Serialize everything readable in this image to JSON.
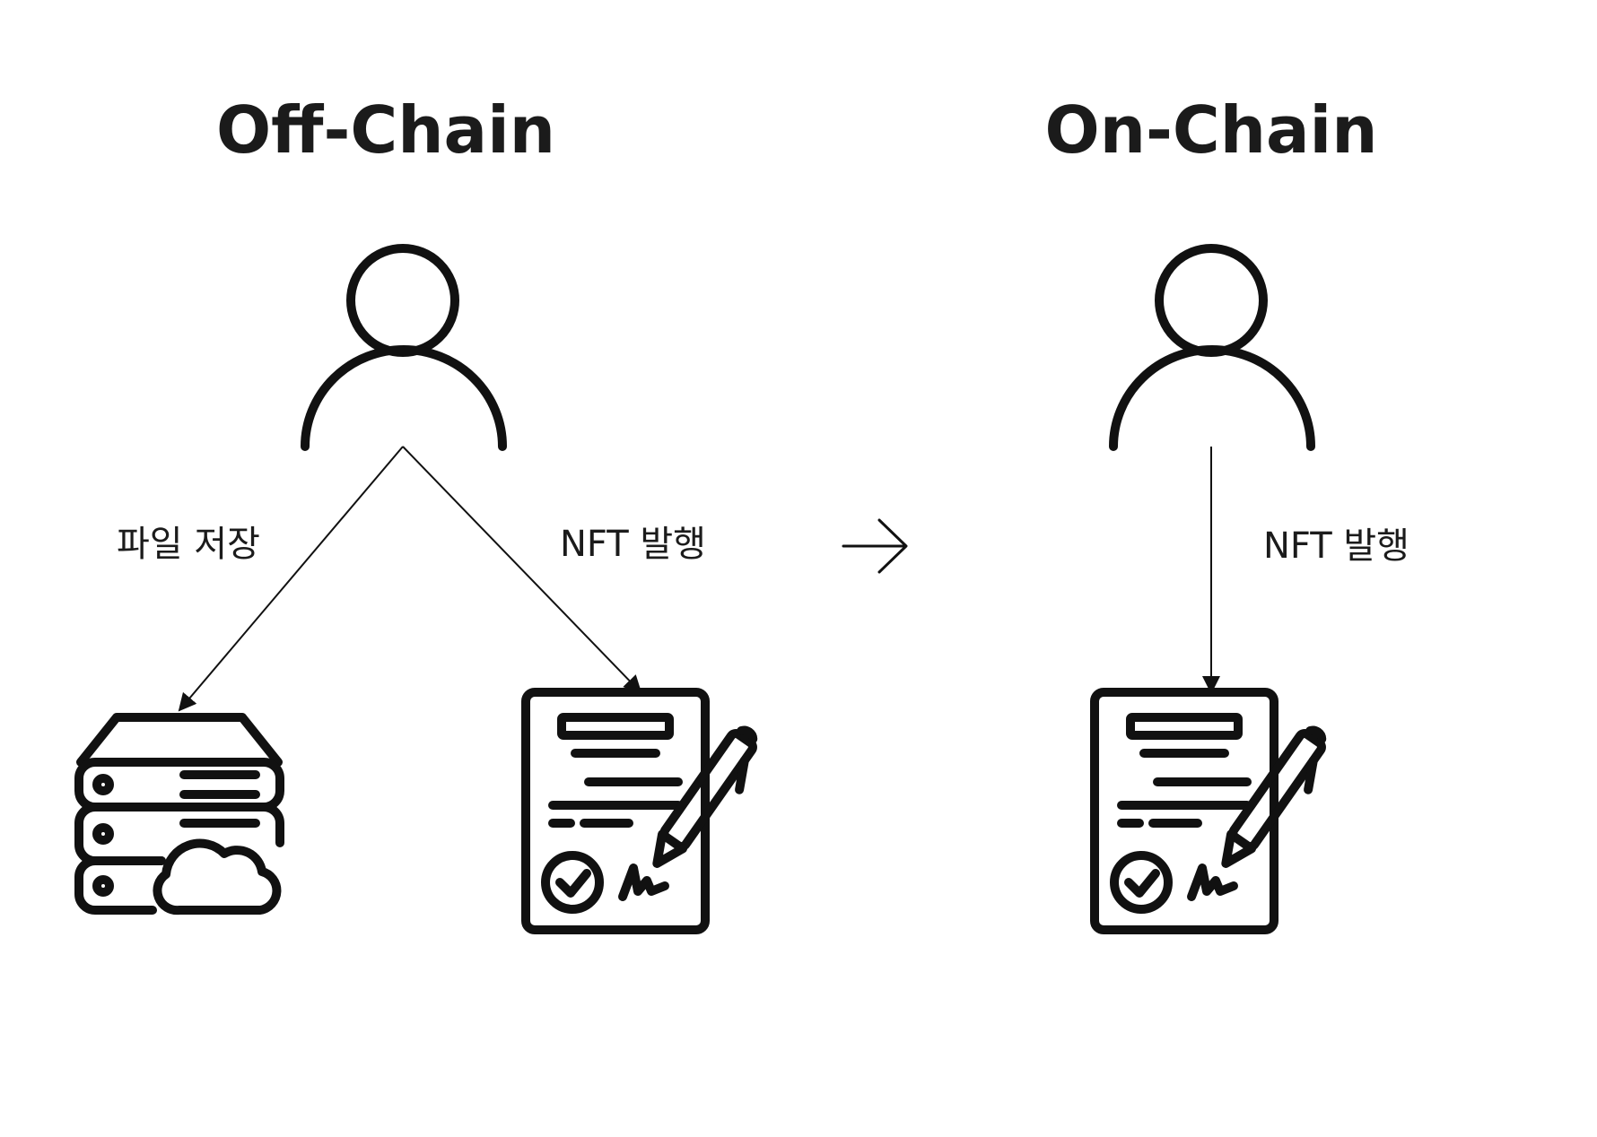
{
  "off_chain": {
    "title": "Off-Chain",
    "left_label": "파일 저장",
    "right_label": "NFT 발행"
  },
  "on_chain": {
    "title": "On-Chain",
    "label": "NFT 발행"
  },
  "icons": {
    "off_person": "person-icon",
    "off_storage": "server-cloud-icon",
    "off_contract": "signed-document-icon",
    "transition": "arrow-right-icon",
    "on_person": "person-icon",
    "on_contract": "signed-document-icon"
  }
}
